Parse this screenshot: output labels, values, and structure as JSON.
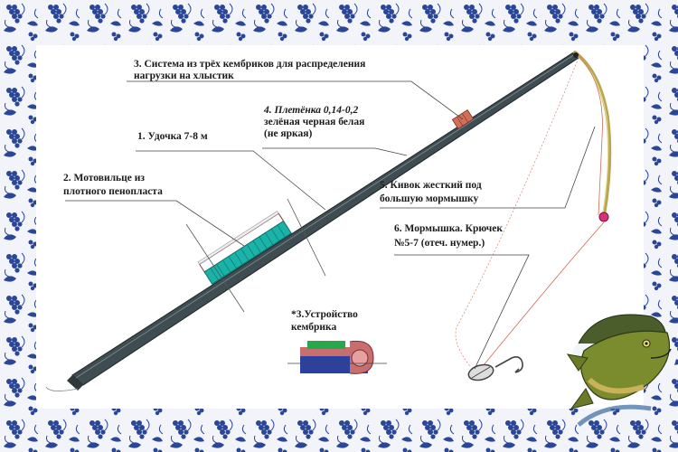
{
  "labels": {
    "system": "3. Система из трёх кембриков для распределения",
    "system_line2": "нагрузки на хлыстик",
    "braid": "4. Плетёнка 0,14-0,2",
    "braid_line2": "зелёная черная белая",
    "braid_line3": "(не яркая)",
    "rod": "1. Удочка 7-8 м",
    "reel": "2. Мотовильце из",
    "reel_line2": "плотного пенопласта",
    "nod": "5. Кивок жесткий под",
    "nod_line2": "большую мормышку",
    "jig": "6. Мормышка. Крючек",
    "jig_line2": "№5-7 (отеч. нумер.)",
    "cambric": "*3.Устройство",
    "cambric_line2": "кембрика"
  },
  "colors": {
    "rod": "#3f4d52",
    "rod_edge": "#1d2629",
    "reel_foam": "#1bb2a8",
    "nod": "#b8a650",
    "line": "#d06a5a",
    "bead": "#d8307a",
    "frame_pattern": "#243f8c"
  },
  "icons": {
    "frame": "blue-grape-pattern-frame",
    "fish": "bass-fish-illustration",
    "hook": "jig-hook-icon"
  }
}
